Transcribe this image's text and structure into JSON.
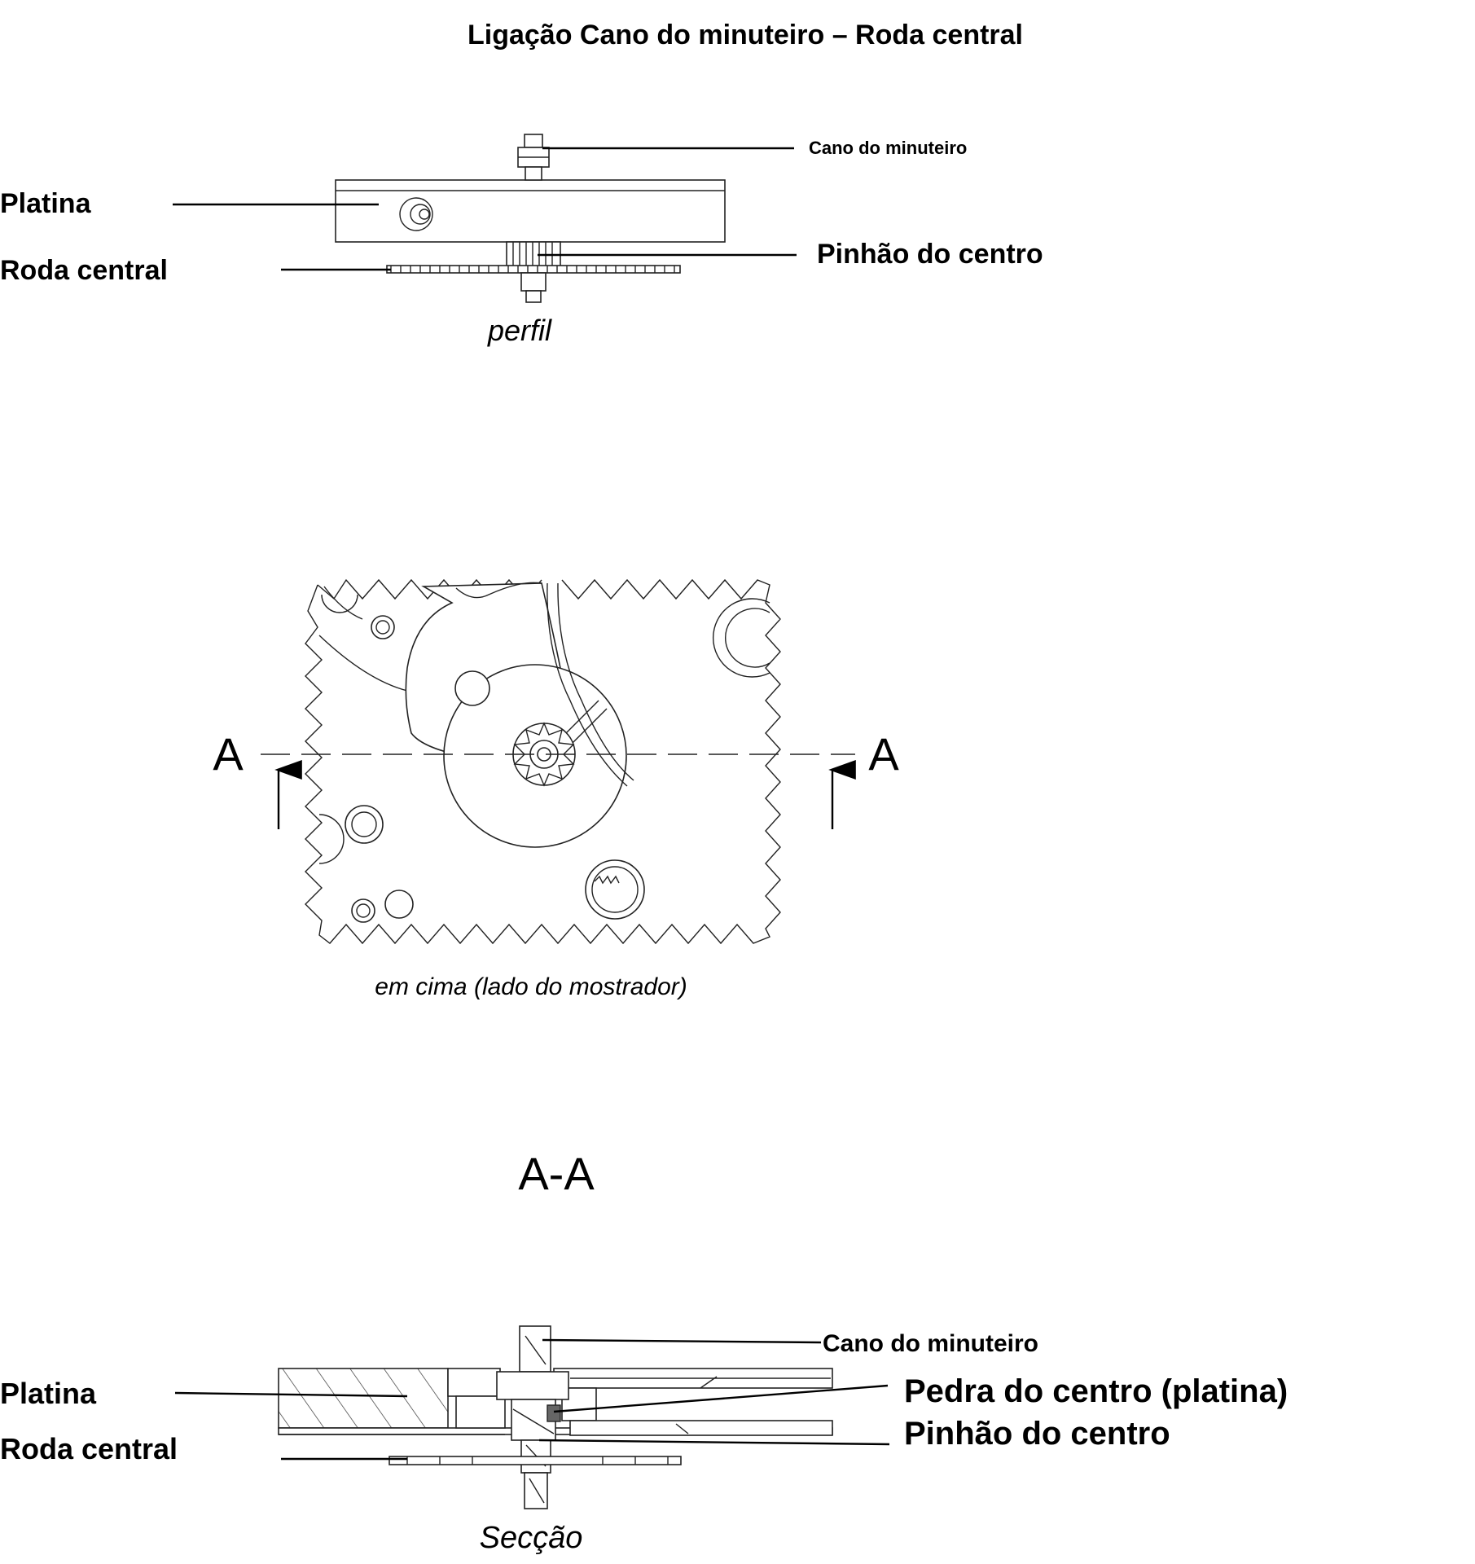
{
  "title": "Ligação Cano do minuteiro – Roda central",
  "profile_view": {
    "caption": "perfil",
    "labels": {
      "cano_do_minuteiro": "Cano do minuteiro",
      "platina": "Platina",
      "pinhao_do_centro": "Pinhão do centro",
      "roda_central": "Roda central"
    }
  },
  "top_view": {
    "caption": "em cima (lado do mostrador)",
    "section_marker_left": "A",
    "section_marker_right": "A"
  },
  "section_view": {
    "heading": "A-A",
    "caption": "Secção",
    "labels": {
      "cano_do_minuteiro": "Cano do minuteiro",
      "platina": "Platina",
      "pedra_do_centro": "Pedra do centro (platina)",
      "pinhao_do_centro": "Pinhão do centro",
      "roda_central": "Roda central"
    }
  }
}
